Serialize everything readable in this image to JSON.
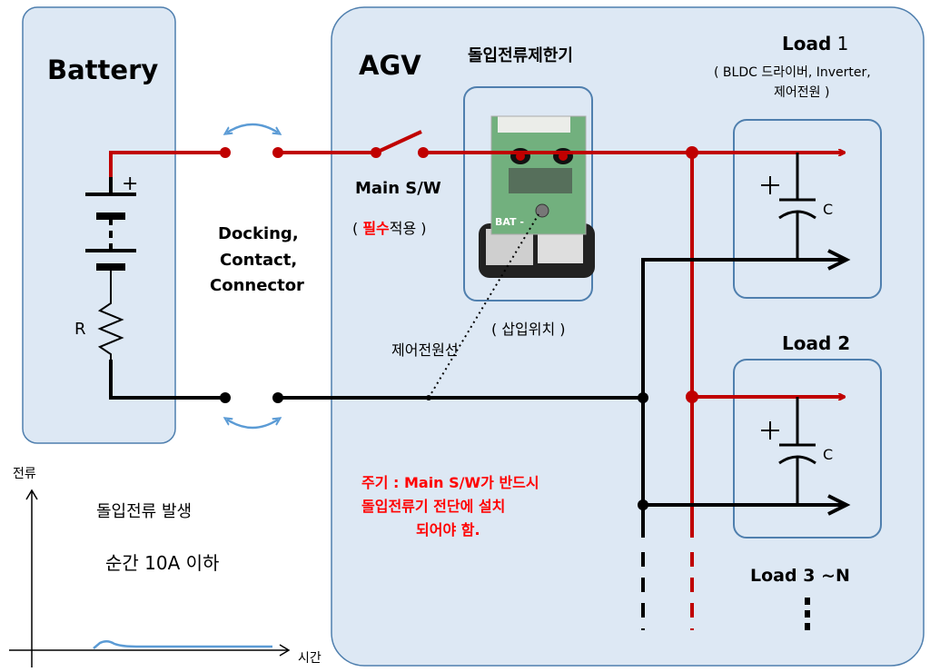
{
  "battery": {
    "title": "Battery",
    "plus": "+",
    "resistor": "R"
  },
  "agv": {
    "title": "AGV"
  },
  "limiter": {
    "title": "돌입전류제한기",
    "position": "( 삽입위치 )",
    "device_label": "BAT -"
  },
  "docking": {
    "line1": "Docking,",
    "line2": "Contact,",
    "line3": "Connector"
  },
  "main_switch": {
    "label": "Main S/W",
    "note_open": "( ",
    "note_red": "필수",
    "note_rest": "적용 )"
  },
  "control_wire": "제어전원선",
  "load1": {
    "title_bold": "Load",
    "title_num": " 1",
    "desc1": "( BLDC 드라이버, Inverter,",
    "desc2": "제어전원 )",
    "cap": "C"
  },
  "load2": {
    "title": "Load 2",
    "cap": "C"
  },
  "load3": {
    "title": "Load 3 ~N"
  },
  "note": {
    "line1": "주기 : Main S/W가 반드시",
    "line2": "돌입전류기 전단에 설치",
    "line3": "되어야 함."
  },
  "graph": {
    "ylabel": "전류",
    "xlabel": "시간",
    "text1": "돌입전류 발생",
    "text2": "순간 10A 이하"
  },
  "colors": {
    "box_fill": "#dde8f4",
    "box_stroke": "#4f7fae",
    "wire_red": "#c00000",
    "wire_black": "#000000",
    "arrow_blue": "#5b9bd5",
    "note_red": "#ff0000"
  }
}
